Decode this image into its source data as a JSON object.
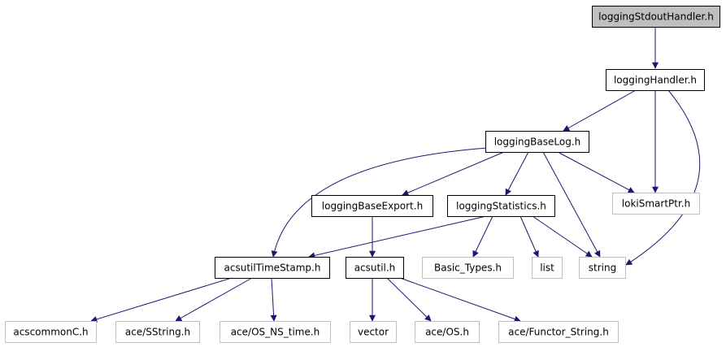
{
  "diagram": {
    "nodes": [
      {
        "id": "loggingStdoutHandler",
        "label": "loggingStdoutHandler.h",
        "style": "root"
      },
      {
        "id": "loggingHandler",
        "label": "loggingHandler.h",
        "style": "file"
      },
      {
        "id": "loggingBaseLog",
        "label": "loggingBaseLog.h",
        "style": "file"
      },
      {
        "id": "lokiSmartPtr",
        "label": "lokiSmartPtr.h",
        "style": "external"
      },
      {
        "id": "loggingBaseExport",
        "label": "loggingBaseExport.h",
        "style": "file"
      },
      {
        "id": "loggingStatistics",
        "label": "loggingStatistics.h",
        "style": "file"
      },
      {
        "id": "acsutilTimeStamp",
        "label": "acsutilTimeStamp.h",
        "style": "file"
      },
      {
        "id": "acsutil",
        "label": "acsutil.h",
        "style": "file"
      },
      {
        "id": "basicTypes",
        "label": "Basic_Types.h",
        "style": "external"
      },
      {
        "id": "list",
        "label": "list",
        "style": "external"
      },
      {
        "id": "string",
        "label": "string",
        "style": "external"
      },
      {
        "id": "acscommonC",
        "label": "acscommonC.h",
        "style": "external"
      },
      {
        "id": "aceSString",
        "label": "ace/SString.h",
        "style": "external"
      },
      {
        "id": "aceOSNSTime",
        "label": "ace/OS_NS_time.h",
        "style": "external"
      },
      {
        "id": "vector",
        "label": "vector",
        "style": "external"
      },
      {
        "id": "aceOS",
        "label": "ace/OS.h",
        "style": "external"
      },
      {
        "id": "aceFunctorString",
        "label": "ace/Functor_String.h",
        "style": "external"
      }
    ],
    "edges": [
      {
        "from": "loggingStdoutHandler",
        "to": "loggingHandler"
      },
      {
        "from": "loggingHandler",
        "to": "loggingBaseLog"
      },
      {
        "from": "loggingHandler",
        "to": "lokiSmartPtr"
      },
      {
        "from": "loggingHandler",
        "to": "string"
      },
      {
        "from": "loggingBaseLog",
        "to": "loggingBaseExport"
      },
      {
        "from": "loggingBaseLog",
        "to": "loggingStatistics"
      },
      {
        "from": "loggingBaseLog",
        "to": "lokiSmartPtr"
      },
      {
        "from": "loggingBaseLog",
        "to": "string"
      },
      {
        "from": "loggingBaseLog",
        "to": "acsutilTimeStamp"
      },
      {
        "from": "loggingBaseExport",
        "to": "acsutil"
      },
      {
        "from": "loggingStatistics",
        "to": "acsutilTimeStamp"
      },
      {
        "from": "loggingStatistics",
        "to": "basicTypes"
      },
      {
        "from": "loggingStatistics",
        "to": "list"
      },
      {
        "from": "loggingStatistics",
        "to": "string"
      },
      {
        "from": "acsutilTimeStamp",
        "to": "acscommonC"
      },
      {
        "from": "acsutilTimeStamp",
        "to": "aceSString"
      },
      {
        "from": "acsutilTimeStamp",
        "to": "aceOSNSTime"
      },
      {
        "from": "acsutil",
        "to": "vector"
      },
      {
        "from": "acsutil",
        "to": "aceOS"
      },
      {
        "from": "acsutil",
        "to": "aceFunctorString"
      }
    ],
    "colors": {
      "edge": "#191970",
      "root_fill": "#bfbfbf",
      "root_border": "#000000",
      "file_fill": "#ffffff",
      "file_border": "#000000",
      "external_fill": "#ffffff",
      "external_border": "#bfbfbf",
      "external_text": "#000000"
    }
  }
}
